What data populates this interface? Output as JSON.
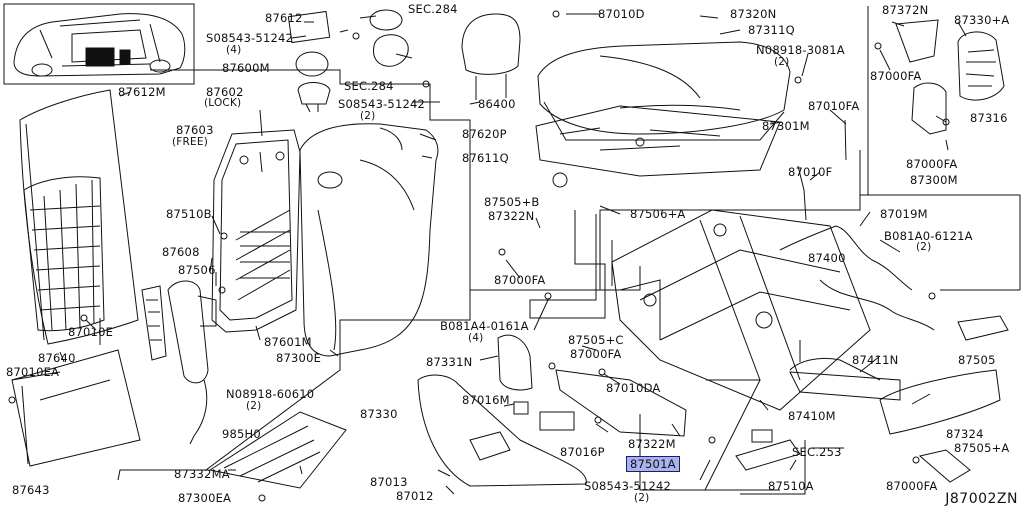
{
  "diagram": {
    "code": "J87002ZN",
    "labels": [
      {
        "id": "p87612",
        "text": "87612",
        "sub": ""
      },
      {
        "id": "sec284a",
        "text": "SEC.284",
        "sub": ""
      },
      {
        "id": "s08543a",
        "text": "S08543-51242",
        "sub": "(4)"
      },
      {
        "id": "p87600m",
        "text": "87600M",
        "sub": ""
      },
      {
        "id": "p87612m",
        "text": "87612M",
        "sub": ""
      },
      {
        "id": "sec284b",
        "text": "SEC.284",
        "sub": ""
      },
      {
        "id": "s08543b",
        "text": "S08543-51242",
        "sub": "(2)"
      },
      {
        "id": "p86400",
        "text": "86400",
        "sub": ""
      },
      {
        "id": "p87602",
        "text": "87602",
        "sub": "(LOCK)"
      },
      {
        "id": "p87603",
        "text": "87603",
        "sub": "(FREE)"
      },
      {
        "id": "p87620p",
        "text": "87620P",
        "sub": ""
      },
      {
        "id": "p87611q",
        "text": "87611Q",
        "sub": ""
      },
      {
        "id": "p87010d",
        "text": "87010D",
        "sub": ""
      },
      {
        "id": "p87320n",
        "text": "87320N",
        "sub": ""
      },
      {
        "id": "p87311q",
        "text": "87311Q",
        "sub": ""
      },
      {
        "id": "n08918a",
        "text": "N08918-3081A",
        "sub": "(2)"
      },
      {
        "id": "p87301m",
        "text": "87301M",
        "sub": ""
      },
      {
        "id": "p87372n",
        "text": "87372N",
        "sub": ""
      },
      {
        "id": "p87330a",
        "text": "87330+A",
        "sub": ""
      },
      {
        "id": "p87000fa1",
        "text": "87000FA",
        "sub": ""
      },
      {
        "id": "p87316",
        "text": "87316",
        "sub": ""
      },
      {
        "id": "p87000fa2",
        "text": "87000FA",
        "sub": ""
      },
      {
        "id": "p87300m",
        "text": "87300M",
        "sub": ""
      },
      {
        "id": "p87010fa",
        "text": "87010FA",
        "sub": ""
      },
      {
        "id": "p87010f",
        "text": "87010F",
        "sub": ""
      },
      {
        "id": "p87019m",
        "text": "87019M",
        "sub": ""
      },
      {
        "id": "b081a0",
        "text": "B081A0-6121A",
        "sub": "(2)"
      },
      {
        "id": "p87400",
        "text": "87400",
        "sub": ""
      },
      {
        "id": "p87505b",
        "text": "87505+B",
        "sub": ""
      },
      {
        "id": "p87322n",
        "text": "87322N",
        "sub": ""
      },
      {
        "id": "p87506a",
        "text": "87506+A",
        "sub": ""
      },
      {
        "id": "p87510b",
        "text": "87510B",
        "sub": ""
      },
      {
        "id": "p87608",
        "text": "87608",
        "sub": ""
      },
      {
        "id": "p87506",
        "text": "87506",
        "sub": ""
      },
      {
        "id": "p87000fa3",
        "text": "87000FA",
        "sub": ""
      },
      {
        "id": "b081a4",
        "text": "B081A4-0161A",
        "sub": "(4)"
      },
      {
        "id": "p87505c",
        "text": "87505+C",
        "sub": ""
      },
      {
        "id": "p87010e",
        "text": "87010E",
        "sub": ""
      },
      {
        "id": "p87640",
        "text": "87640",
        "sub": ""
      },
      {
        "id": "p87010ea",
        "text": "87010EA",
        "sub": ""
      },
      {
        "id": "p87601m",
        "text": "87601M",
        "sub": ""
      },
      {
        "id": "p87300e",
        "text": "87300E",
        "sub": ""
      },
      {
        "id": "p87331n",
        "text": "87331N",
        "sub": ""
      },
      {
        "id": "p87000fa4",
        "text": "87000FA",
        "sub": ""
      },
      {
        "id": "p87010da",
        "text": "87010DA",
        "sub": ""
      },
      {
        "id": "p87411n",
        "text": "87411N",
        "sub": ""
      },
      {
        "id": "p87505",
        "text": "87505",
        "sub": ""
      },
      {
        "id": "n08918b",
        "text": "N08918-60610",
        "sub": "(2)"
      },
      {
        "id": "p985h0",
        "text": "985H0",
        "sub": ""
      },
      {
        "id": "p87330",
        "text": "87330",
        "sub": ""
      },
      {
        "id": "p87016m",
        "text": "87016M",
        "sub": ""
      },
      {
        "id": "p87410m",
        "text": "87410M",
        "sub": ""
      },
      {
        "id": "p87324",
        "text": "87324",
        "sub": ""
      },
      {
        "id": "p87322m",
        "text": "87322M",
        "sub": ""
      },
      {
        "id": "p87016p",
        "text": "87016P",
        "sub": ""
      },
      {
        "id": "p87501a",
        "text": "87501A",
        "sub": ""
      },
      {
        "id": "sec253",
        "text": "SEC.253",
        "sub": ""
      },
      {
        "id": "p87505a",
        "text": "87505+A",
        "sub": ""
      },
      {
        "id": "p87643",
        "text": "87643",
        "sub": ""
      },
      {
        "id": "p87332ma",
        "text": "87332MA",
        "sub": ""
      },
      {
        "id": "p87300ea",
        "text": "87300EA",
        "sub": ""
      },
      {
        "id": "p87013",
        "text": "87013",
        "sub": ""
      },
      {
        "id": "p87012",
        "text": "87012",
        "sub": ""
      },
      {
        "id": "s08543c",
        "text": "S08543-51242",
        "sub": "(2)"
      },
      {
        "id": "p87510a",
        "text": "87510A",
        "sub": ""
      },
      {
        "id": "p87000fa5",
        "text": "87000FA",
        "sub": ""
      }
    ]
  }
}
